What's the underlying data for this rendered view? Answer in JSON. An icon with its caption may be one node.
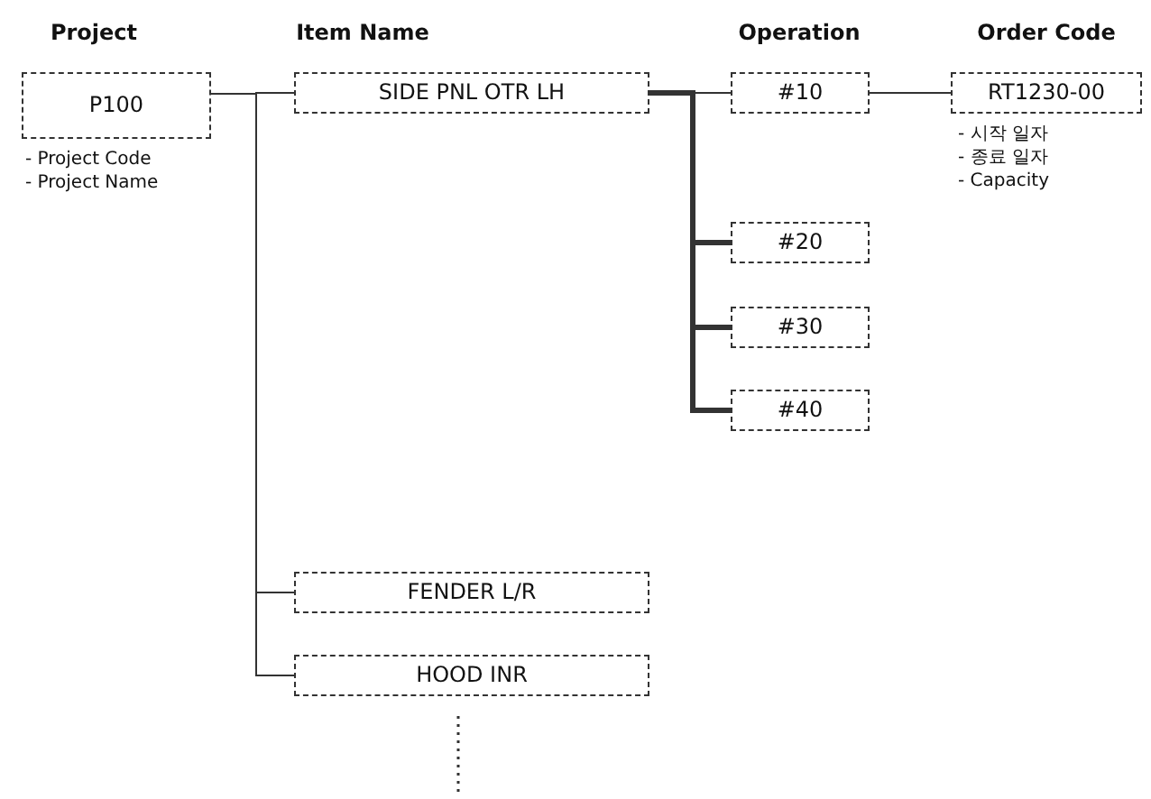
{
  "diagram": {
    "nodes": [
      {
        "text": [
          "P100"
        ],
        "beside": [
          "- Project Code",
          "- Project Name"
        ]
      },
      {
        "text": [
          "SIDE PNL OTR LH"
        ]
      },
      {
        "text": [
          "#10"
        ]
      },
      {
        "text": [
          "RT1230-00"
        ],
        "beside": [
          "- 시작 일자",
          "- 종료 일자",
          "- Capacity"
        ]
      },
      {
        "text": [
          "#20"
        ]
      },
      {
        "text": [
          "#30"
        ]
      },
      {
        "text": [
          "#40"
        ]
      },
      {
        "text": [
          "FENDER L/R"
        ]
      },
      {
        "text": [
          "HOOD INR"
        ]
      }
    ],
    "edges": [
      {
        "from": 0,
        "to": 1,
        "arrow": "none"
      },
      {
        "from": 0,
        "to": 7,
        "arrow": "none"
      },
      {
        "from": 0,
        "to": 8,
        "arrow": "none"
      },
      {
        "from": 1,
        "to": 2,
        "arrow": "none"
      },
      {
        "from": 1,
        "to": 4,
        "arrow": "none",
        "style": "thick"
      },
      {
        "from": 1,
        "to": 5,
        "arrow": "none",
        "style": "thick"
      },
      {
        "from": 1,
        "to": 6,
        "arrow": "none",
        "style": "thick"
      },
      {
        "from": 2,
        "to": 3,
        "arrow": "none"
      }
    ],
    "labels": [
      "Project",
      "Item Name",
      "Operation",
      "Order Code"
    ]
  }
}
